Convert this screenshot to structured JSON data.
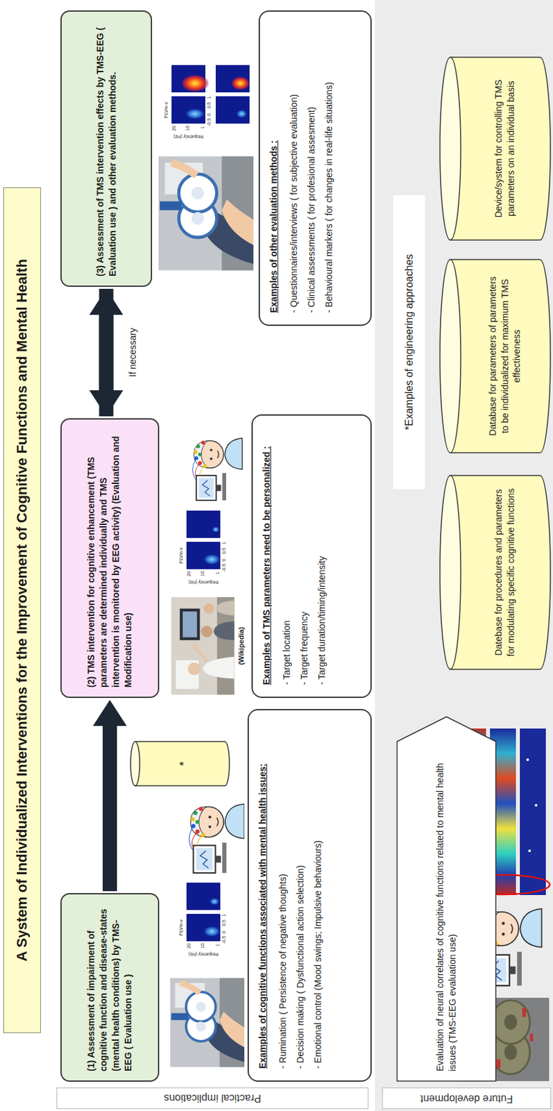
{
  "diagram": {
    "title": "A System of Individualized Interventions for the Improvement of Cognitive Functions and Mental Health",
    "nodes": [
      {
        "text": [
          "Practical implications"
        ]
      },
      {
        "text": [
          "Future development"
        ]
      },
      {
        "text": [
          "(1) Assessment of impairment of cognitive function and disease-states (mental health conditions) by TMS-EEG ( Evaluation use )"
        ]
      },
      {
        "text": [
          "*"
        ]
      },
      {
        "text": [
          "Examples of cognitive functions associated with mental health issues:",
          "- Rumination ( Persistence of negative thoughts)",
          "- Decision making ( Dysfunctional action selection)",
          "- Emotional control (Mood swings; Impulsive behaviours)"
        ]
      },
      {
        "text": [
          "(2) TMS intervention for cognitive enhancement (TMS parameters are determined individually and TMS intervention is monitored by EEG activity) (Evaluation and Modification use)"
        ]
      },
      {
        "text": [
          "Examples of TMS parameters need to be personalized :",
          "- Target location",
          "- Target frequency",
          "- Target duration/timing/intensity"
        ]
      },
      {
        "text": [
          "(3) Assessment of TMS intervention effects by TMS-EEG ( Evaluation use ) and other evaluation methods."
        ]
      },
      {
        "text": [
          "Examples of other evaluation methods :",
          "- Questionnaires/interviews ( for subjective evaluation)",
          "- Clinical assessments ( for profesional assesment)",
          "- Behavioural markers ( for changes in real-life situations)"
        ]
      },
      {
        "text": [
          "Evaluation of neural correlates of cognitive functions related to mental health issues (TMS-EEG evaluation use)"
        ]
      },
      {
        "text": [
          "*Examples of engineering approaches"
        ]
      },
      {
        "text": [
          "Datebase for procedures and parameters for modulating specific cognitive functions"
        ]
      },
      {
        "text": [
          "Database for parameters of parameters to be individualized for maximum TMS effectiveness"
        ]
      },
      {
        "text": [
          "Device/system for controlling TMS parameters on an individual basis"
        ]
      }
    ],
    "edges": [
      {
        "from": 2,
        "to": 5,
        "arrow": "to"
      },
      {
        "from": 5,
        "to": 7,
        "arrow": "to"
      },
      {
        "from": 7,
        "to": 5,
        "label": "If necessary",
        "arrow": "to"
      }
    ],
    "labels": [
      "(Wikipedia)",
      "PLVm-v",
      "frequency (Hz)",
      "20",
      "10",
      "1",
      "-0.5",
      "0",
      "0.5",
      "1",
      "PLVm-v",
      "frequency (Hz)",
      "20",
      "10",
      "1",
      "-0.5",
      "0",
      "0.5",
      "1",
      "PLVm-v",
      "frequency (Hz)",
      "20",
      "10",
      "1",
      "-0.5",
      "0",
      "0.5",
      "1"
    ]
  }
}
